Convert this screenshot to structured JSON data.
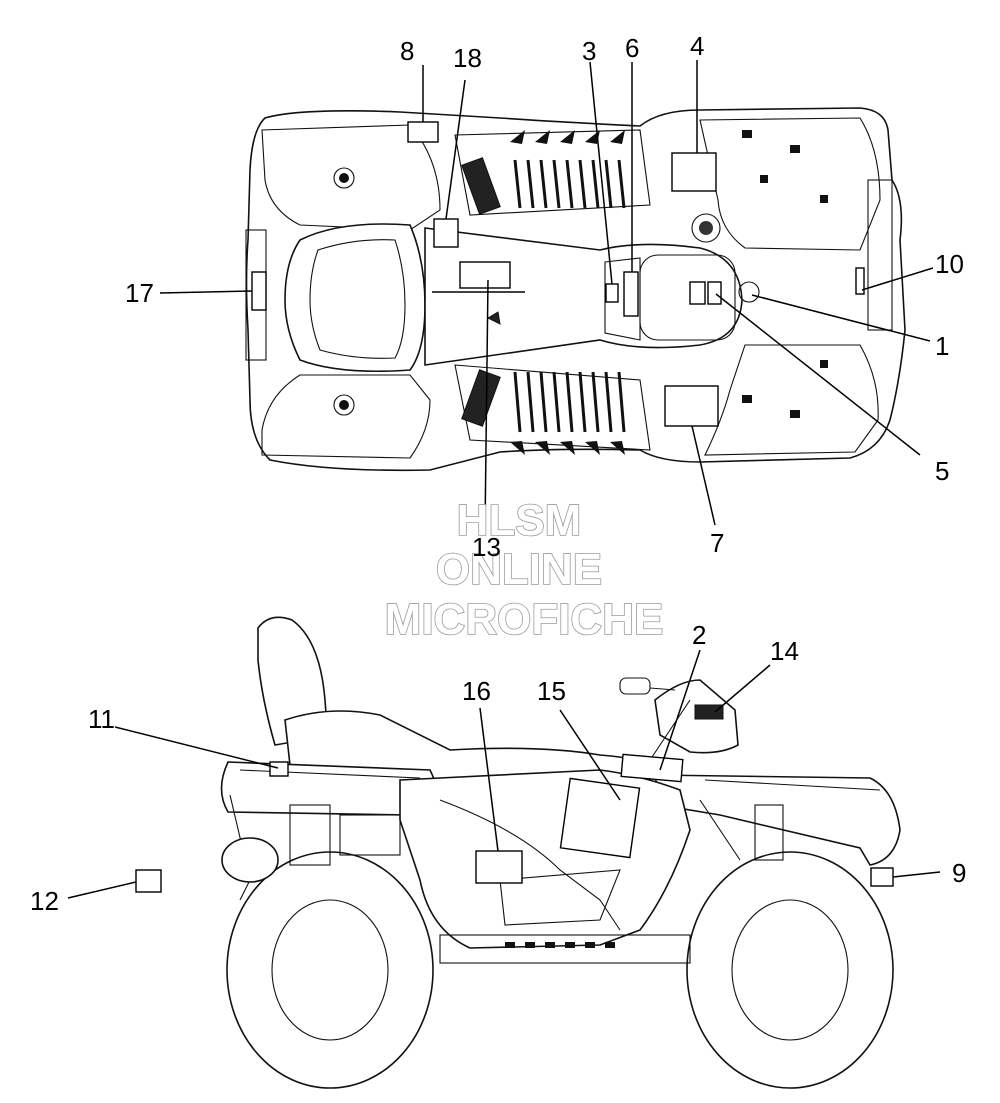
{
  "diagram": {
    "callouts_top": [
      "1",
      "3",
      "4",
      "5",
      "6",
      "7",
      "8",
      "10",
      "13",
      "17",
      "18"
    ],
    "callouts_side": [
      "2",
      "9",
      "11",
      "12",
      "14",
      "15",
      "16"
    ]
  },
  "watermark": {
    "line1": "HLSM",
    "line2": "ONLINE",
    "line3": "MICROFICHE"
  },
  "labels": {
    "n1": "1",
    "n2": "2",
    "n3": "3",
    "n4": "4",
    "n5": "5",
    "n6": "6",
    "n7": "7",
    "n8": "8",
    "n9": "9",
    "n10": "10",
    "n11": "11",
    "n12": "12",
    "n13": "13",
    "n14": "14",
    "n15": "15",
    "n16": "16",
    "n17": "17",
    "n18": "18"
  }
}
